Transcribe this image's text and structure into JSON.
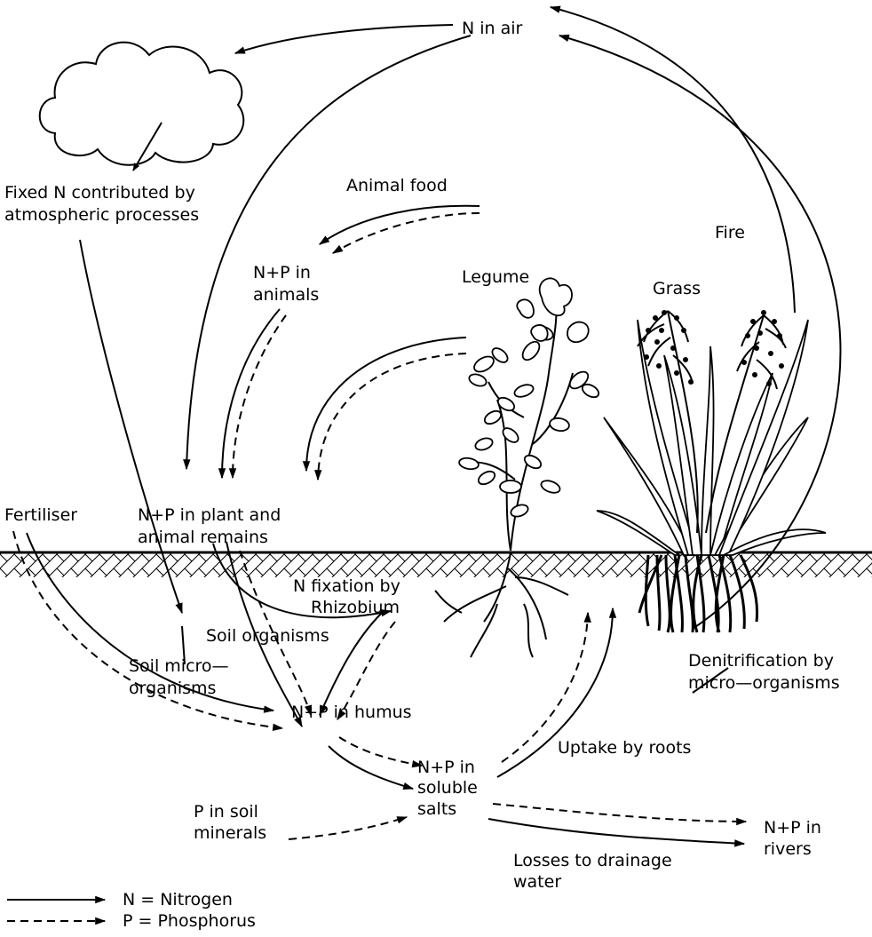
{
  "labels": {
    "n_in_air": "N in air",
    "fixed_n_1": "Fixed N contributed by",
    "fixed_n_2": "atmospheric processes",
    "animal_food": "Animal food",
    "fire": "Fire",
    "np_animals_1": "N+P in",
    "np_animals_2": "animals",
    "legume": "Legume",
    "grass": "Grass",
    "np_remains_1": "N+P in plant and",
    "np_remains_2": "animal remains",
    "fertiliser": "Fertiliser",
    "n_fixation_1": "N fixation by",
    "n_fixation_2": "Rhizobium",
    "soil_organisms": "Soil organisms",
    "soil_micro_1": "Soil micro—",
    "soil_micro_2": "organisms",
    "denitrification_1": "Denitrification by",
    "denitrification_2": "micro—organisms",
    "np_humus": "N+P in humus",
    "uptake": "Uptake by roots",
    "np_soluble_1": "N+P in",
    "np_soluble_2": "soluble",
    "np_soluble_3": "salts",
    "p_minerals_1": "P in soil",
    "p_minerals_2": "minerals",
    "np_rivers_1": "N+P in",
    "np_rivers_2": "rivers",
    "losses_1": "Losses to drainage",
    "losses_2": "water"
  },
  "legend": {
    "nitrogen": "N = Nitrogen",
    "phosphorus": "P = Phosphorus"
  }
}
